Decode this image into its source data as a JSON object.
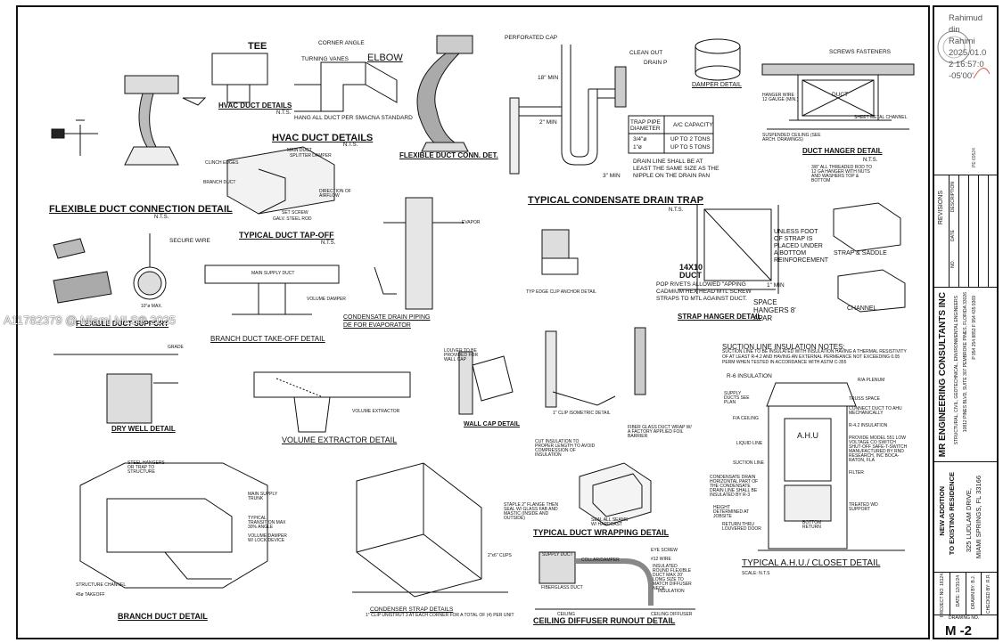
{
  "sheet": {
    "titles": {
      "flex_conn": "FLEXIBLE DUCT CONNECTION DETAIL",
      "hvac_details_1": "HVAC DUCT DETAILS",
      "hvac_details_2": "HVAC DUCT DETAILS",
      "tee": "TEE",
      "elbow": "ELBOW",
      "flex_conn_det": "FLEXIBLE DUCT CONN. DET.",
      "damper": "DAMPER DETAIL",
      "duct_hanger": "DUCT HANGER DETAIL",
      "duct_tapoff": "TYPICAL DUCT TAP-OFF",
      "condensate_trap": "TYPICAL CONDENSATE DRAIN TRAP",
      "flex_support": "FLEXIBLE DUCT SUPPORT",
      "branch_takeoff": "BRANCH DUCT TAKE-OFF DETAIL",
      "condensate_piping": "CONDENSATE DRAIN PIPING DE FOR EVAPORATOR",
      "strap_hanger": "STRAP HANGER DETAIL",
      "dry_well": "DRY WELL DETAIL",
      "volume_extractor": "VOLUME EXTRACTOR DETAIL",
      "wall_cap": "WALL CAP DETAIL",
      "suction_notes": "SUCTION LINE INSULATION NOTES:",
      "ahu_closet": "TYPICAL A.H.U./ CLOSET DETAIL",
      "duct_wrapping": "TYPICAL DUCT WRAPPING DETAIL",
      "ceiling_diffuser": "CEILING DIFFUSER RUNOUT DETAIL",
      "branch_duct": "BRANCH DUCT DETAIL",
      "condenser_strap": "CONDENSER STRAP DETAILS",
      "strap_saddle": "STRAP & SADDLE",
      "channel": "CHANNEL"
    },
    "labels": {
      "nts": "N.T.S.",
      "perforated_cap": "PERFORATED CAP",
      "clean_out": "CLEAN OUT",
      "drain_p": "DRAIN P",
      "min_18": "18\" MIN",
      "min_2": "2\" MIN",
      "min_3": "3\" MIN",
      "trap_pipe": "TRAP PIPE DIAMETER",
      "ac_capacity": "A/C CAPACITY",
      "cap_row1_a": "3/4\"ø",
      "cap_row1_b": "UP TO 2 TONS",
      "cap_row2_a": "1\"ø",
      "cap_row2_b": "UP TO 5 TONS",
      "drain_line_note": "DRAIN LINE SHALL BE AT LEAST THE SAME SIZE AS THE NIPPLE ON THE DRAIN PAN",
      "screws_fasteners": "SCREWS FASTENERS",
      "duct": "DUCT",
      "hanger_wire": "HANGER WIRE 12 GAUGE (MIN.)",
      "sheet_metal_channel": "SHEET METAL CHANNEL",
      "suspended_ceiling": "SUSPENDED CEILING (SEE ARCH. DRAWINGS)",
      "threaded_rod": "3/8\" ALL THREADED ROD TO 12 GA HANGER WITH NUTS AND WASHERS TOP & BOTTOM",
      "corner_angle": "CORNER ANGLE",
      "turning_vanes": "TURNING VANES",
      "hang_all_duct": "HANG ALL DUCT PER SMACNA STANDARD",
      "splitter_damper": "SPLITTER DAMPER",
      "main_duct": "MAIN DUCT",
      "clinch_edges": "CLINCH EDGES",
      "branch_duct": "BRANCH DUCT",
      "direction_airflow": "DIRECTION OF AIRFLOW",
      "set_screw": "SET SCREW",
      "galv_steel_rod": "GALV. STEEL ROD",
      "secure_wire": "SECURE WIRE",
      "max_10": "10\"ø MAX.",
      "main_supply_duct": "MAIN SUPPLY DUCT",
      "volume_damper": "VOLUME DAMPER",
      "evapor": "EVAPOR",
      "unless_foot": "UNLESS FOOT OF STRAP IS PLACED UNDER A BOTTOM REINFORCEMENT",
      "pop_rivets": "POP RIVETS ALLOWED \"APPING CADMIUM HEX HEAD MTL SCREW STRAPS TO MTL AGAINST DUCT.",
      "duct_14x10": "14X10 DUCT",
      "space_hangers": "SPACE HANGERS 8' APAR",
      "min_1": "1\" MIN",
      "grade": "GRADE",
      "volume_extractor": "VOLUME EXTRACTOR",
      "typical_transition": "TYPICAL TRANSITION MAX 30% ANGLE",
      "main_supply_trunk": "MAIN SUPPLY TRUNK",
      "volume_damper_lock": "VOLUME DAMPER W/ LOCK DEVICE",
      "structure_channel": "STRUCTURE CHANNEL",
      "takeoff_45": "45ø TAKEOFF",
      "steel_hangers": "STEEL HANGERS OR TRAP TO STRUCTURE",
      "fiberglass_note": "FIBER GLASS DUCT WRAP W/ A FACTORY APPLIED FOIL BARRIER",
      "cut_insulation": "CUT INSULATION TO PROPER LENGTH TO AVOID COMPRESSION OF INSULATION",
      "staple": "STAPLE 2\" FLANGE THEN SEAL W/ GLASS FAB AND MASTIC (INSIDE AND OUTSIDE)",
      "seal_all_seams": "SEAL ALL SEAMS W/ HARDCAST",
      "supply_duct": "SUPPLY DUCT",
      "collar_damper": "COLLAR/DAMPER",
      "eye_screw": "EYE SCREW",
      "wire_12": "#12 WIRE",
      "insulated_flex": "INSULATED ROUND FLEXIBLE DUCT MAX 20' LONG SIZE TO MATCH DIFFUSER NECK",
      "fiberglass_duct": "FIBERGLASS DUCT",
      "insulation": "INSULATION",
      "ceiling": "CEILING",
      "ceiling_diffuser": "CEILING DIFFUSER",
      "r6_insulation": "R-6 INSULATION",
      "ra_plenum": "R/A PLENUM",
      "truss_space": "TRUSS SPACE",
      "supply_ducts": "SUPPLY DUCTS SEE PLAN",
      "connect_duct": "CONNECT DUCT TO AHU MECHANICALLY",
      "ahu": "A.H.U",
      "r42": "R-4.2 INSULATION",
      "fa_ceiling": "F/A CEILING",
      "liquid_line": "LIQUID LINE",
      "suction_line": "SUCTION LINE",
      "filter": "FILTER",
      "condensate_drain": "CONDENSATE DRAIN HORIZONTAL PART OF THE CONDENSATE DRAIN LINE SHALL BE INSULATED BY R-3",
      "height_determined": "HEIGHT DETERMINED AT JOBSITE",
      "treated_wd": "TREATED WD SUPPORT",
      "return_thru": "RETURN THRU LOUVERED DOOR",
      "bottom_return": "BOTTOM RETURN",
      "ahu_note": "PROVIDE MODEL 551 LOW VOLTAGE CO SWITCH SHUT-OFF SAFE-T-SWITCH MANUFACTURED BY RND RESEARCH, INC BOCA-RATON, FLA",
      "suction_text": "SUCTION LINE TO BE INSULATED WITH INSULATION HAVING A THERMAL RESISTIVITY OF AT LEAST R-4.2 AND HAVING AN EXTERNAL PERMEANCE NOT EXCEEDING 0.05 PERM WHEN TESTED IN ACCORDANCE WITH ASTM C-355",
      "two_dampers": "2\"x6\" CUPS",
      "condenser_note": "1\" CLIP UNISTRUT 3 AT EACH CORNER FOR A TOTAL OF (4) PER UNIT",
      "wall_cap_note": "LOUVER TO BE PROVIDED FOR WALL CAP",
      "gable_bracket": "1\" CLIP ISOMETRIC DETAIL",
      "edge_detail": "TYP EDGE CLIP ANCHOR DETAIL",
      "scale": "SCALE: N.T.S"
    },
    "watermark": "A11782379 @ Miami MLS® 2025"
  },
  "stamp": {
    "name_line1": "Rahimud",
    "name_line2": "din",
    "name_line3": "Rahimi",
    "date": "2025.01.0",
    "time": "2 16:57:0",
    "tz": "-05'00'"
  },
  "title_block": {
    "revisions": "REVISIONS",
    "rev_no": "NO.",
    "rev_date": "DATE",
    "rev_desc": "DESCRIPTION",
    "firm": "MR ENGINEERING CONSULTANTS INC",
    "firm_sub": "STRUCTURAL, CIVIL, GEOTECHNICAL, ENVIRONMENTAL ENGINEERS",
    "firm_addr": "10812 PINES BLVD, SUITE 307 PEMBROKE PINES, FLORIDA 33026",
    "firm_phone": "P 954 254 8853  F 954 435 9369",
    "project_line1": "NEW ADDITION",
    "project_line2": "TO EXISTING RESIDENCE",
    "address_line1": "325 LUDLAM DRIVE,",
    "address_line2": "MIAMI SPRINGS, FL 33166",
    "project_no": "PROJECT NO: 18124",
    "date": "DATE: 12/31/24",
    "drawn_by": "DRAWN BY: B.J.",
    "checked_by": "CHECKED BY: R.R.",
    "drawing_no_label": "DRAWING NO.",
    "drawing_no": "M -2",
    "seal_license": "PE 69524"
  }
}
